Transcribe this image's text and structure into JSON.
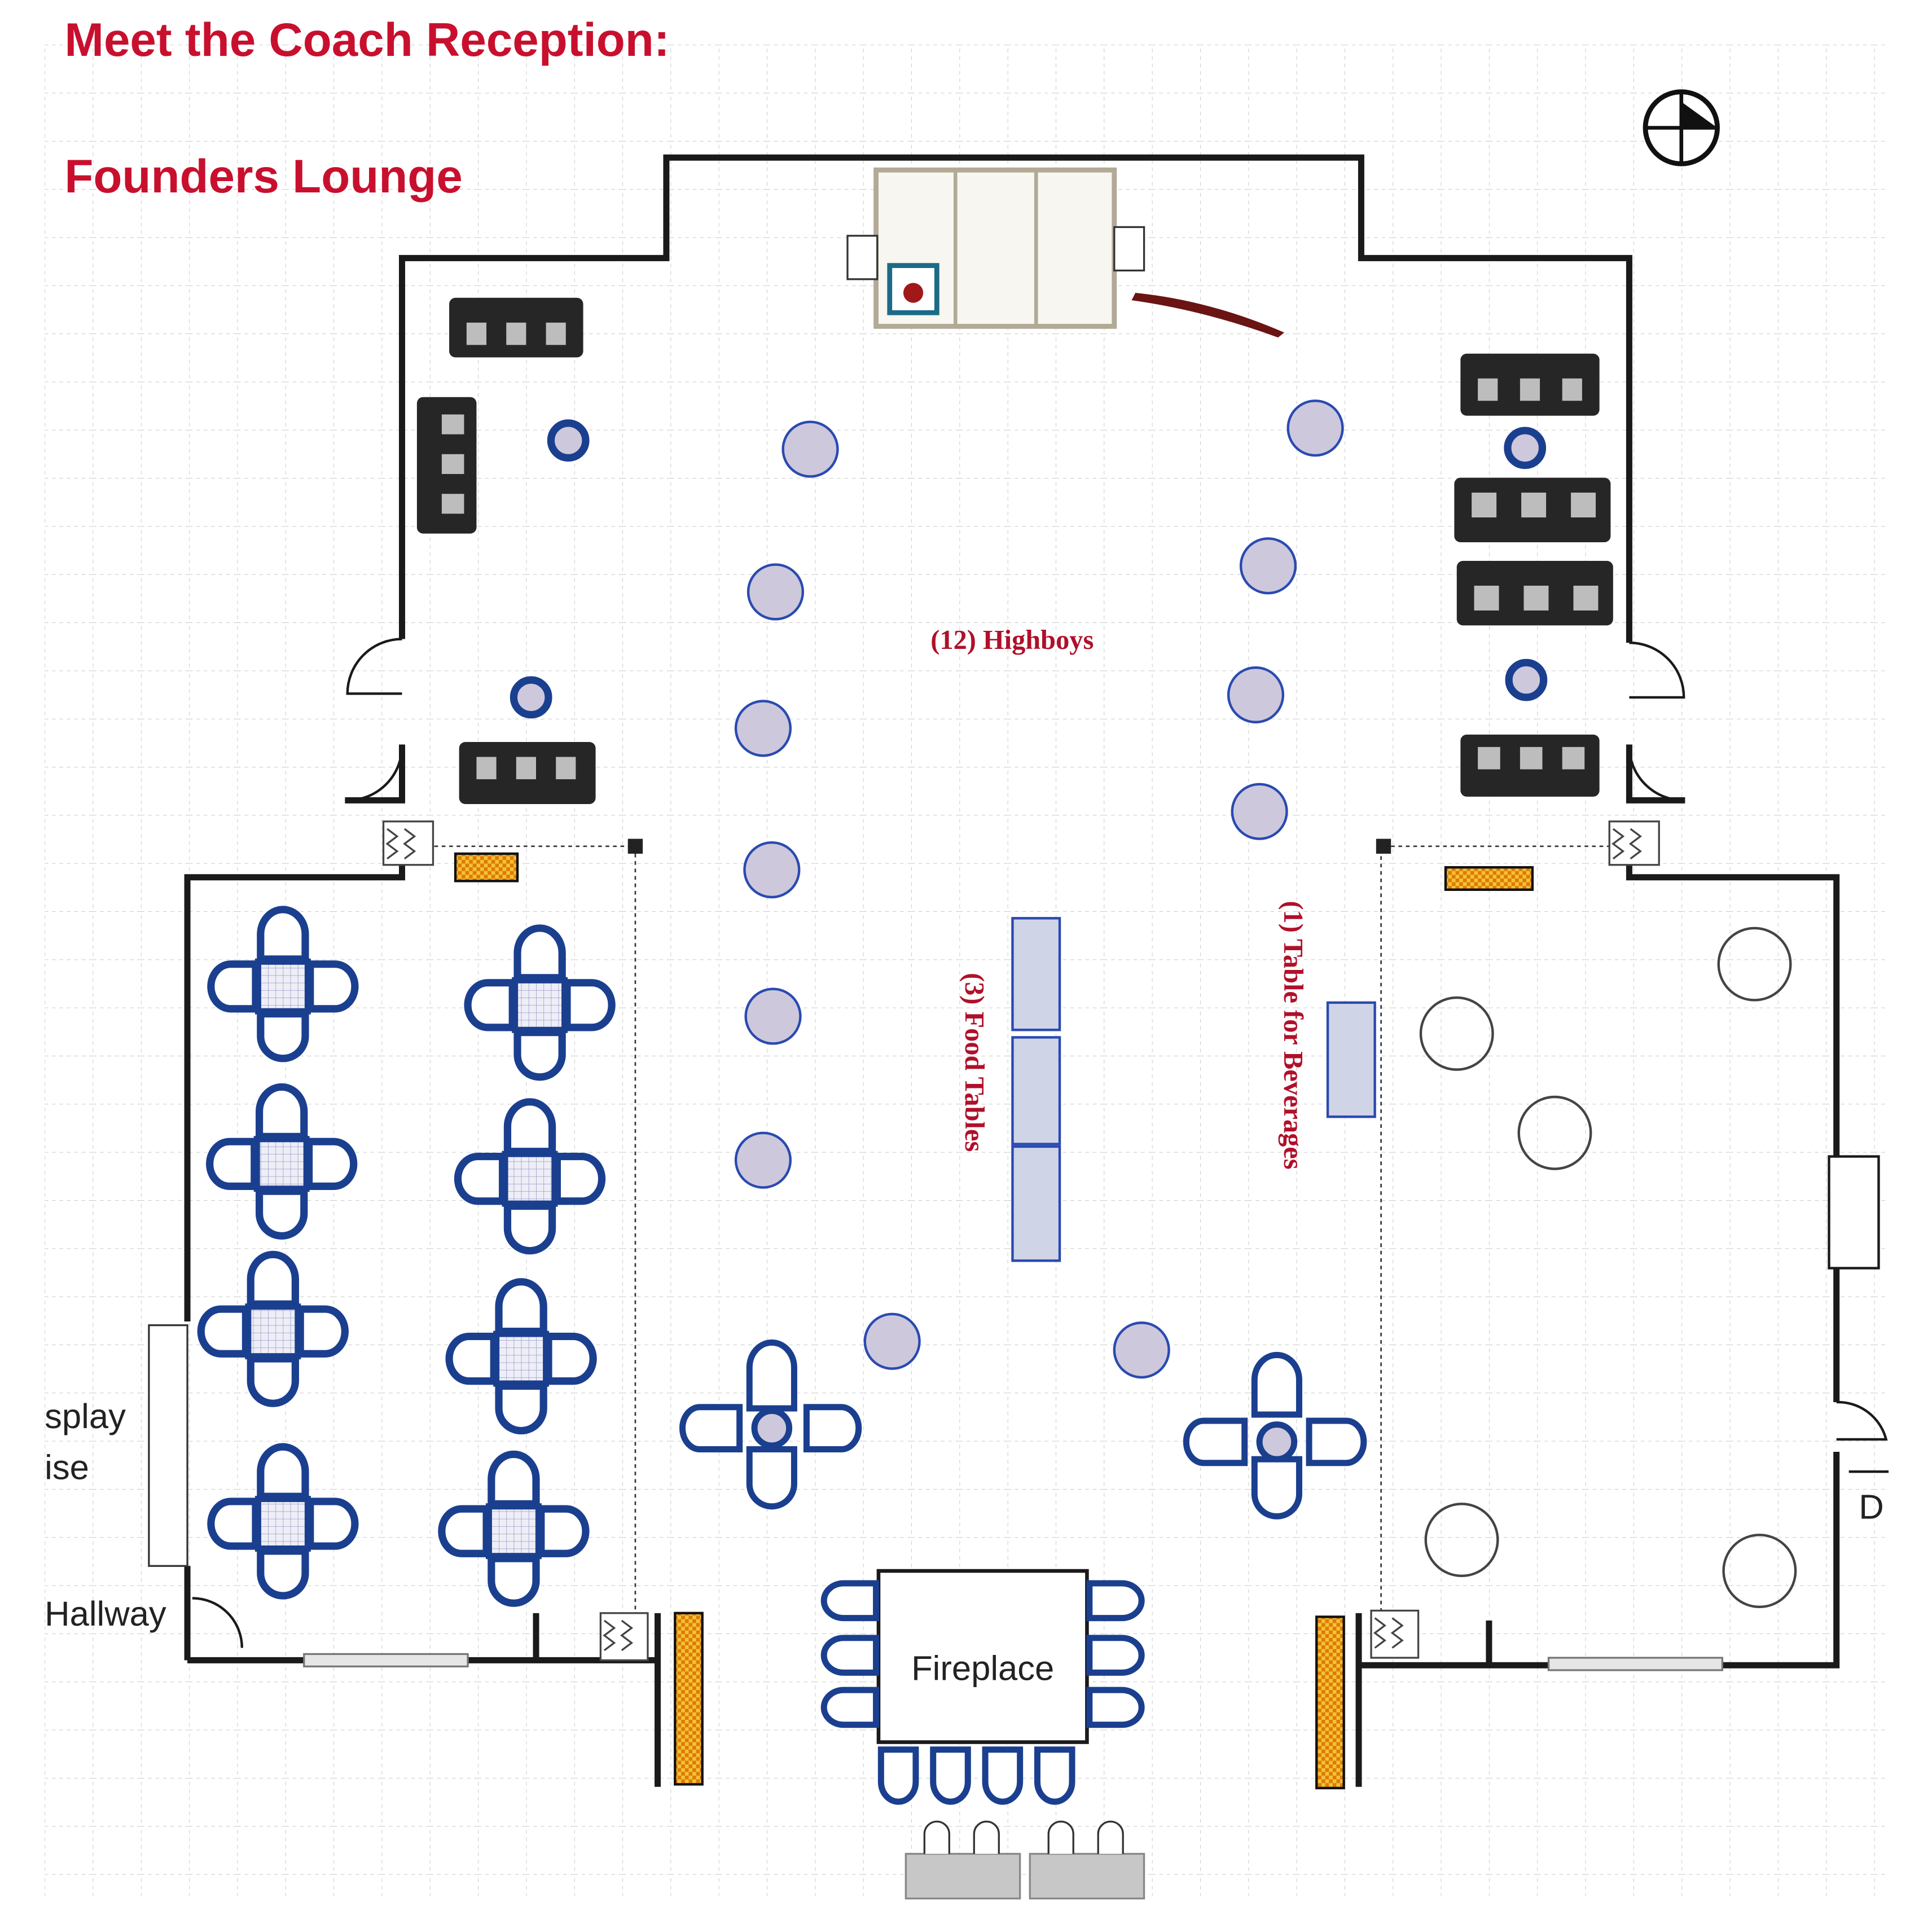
{
  "header": {
    "title": "Meet the Coach Reception:",
    "subtitle": "Founders Lounge"
  },
  "labels": {
    "highboys": "(12) Highboys",
    "food_tables": "(3) Food Tables",
    "beverage_table": "(1) Table for Beverages",
    "fireplace": "Fireplace",
    "display_line1": "splay",
    "display_line2": "ise",
    "hallway": "Hallway",
    "right_edge": "D"
  },
  "icons": {
    "compass": "north-arrow-icon",
    "highboy": "highboy-table-icon",
    "lounge_set": "table-with-four-chairs-icon",
    "sofa": "sofa-icon"
  },
  "colors": {
    "title": "#c8102e",
    "annotation": "#b0102a",
    "walls": "#1a1a1a",
    "furniture_outline": "#1b3f8f",
    "highboy_fill": "#cdc8dc",
    "grid": "#c9c9c9",
    "sofa": "#262626",
    "stanchion": "#e08a00"
  }
}
